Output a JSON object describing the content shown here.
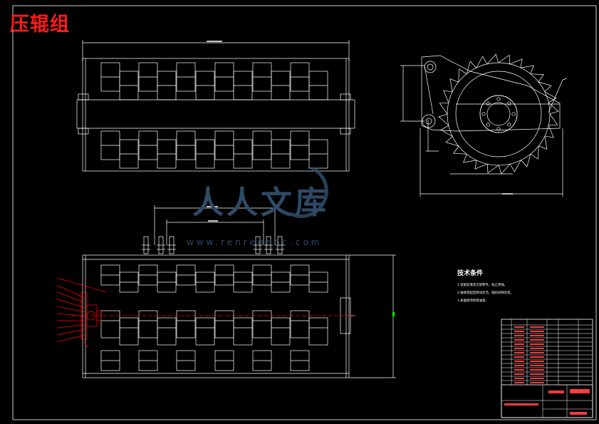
{
  "drawing": {
    "title": "压辊组",
    "watermark_text": "人人文库",
    "watermark_url": "www.renrendoc.com"
  },
  "technical_requirements": {
    "heading": "技术条件",
    "items": [
      "1.装配前清洗全部零件，防止锈蚀。",
      "2.轴承装配后转动灵活，轴向间隙合适。",
      "3.表面喷涂防锈油漆。"
    ]
  },
  "colors": {
    "background": "#000000",
    "lines": "#ffffff",
    "title": "#ff1a1a",
    "annotation": "#ff0000",
    "watermark": "#2e4a66"
  },
  "icons": [
    "watermark-logo-icon"
  ]
}
